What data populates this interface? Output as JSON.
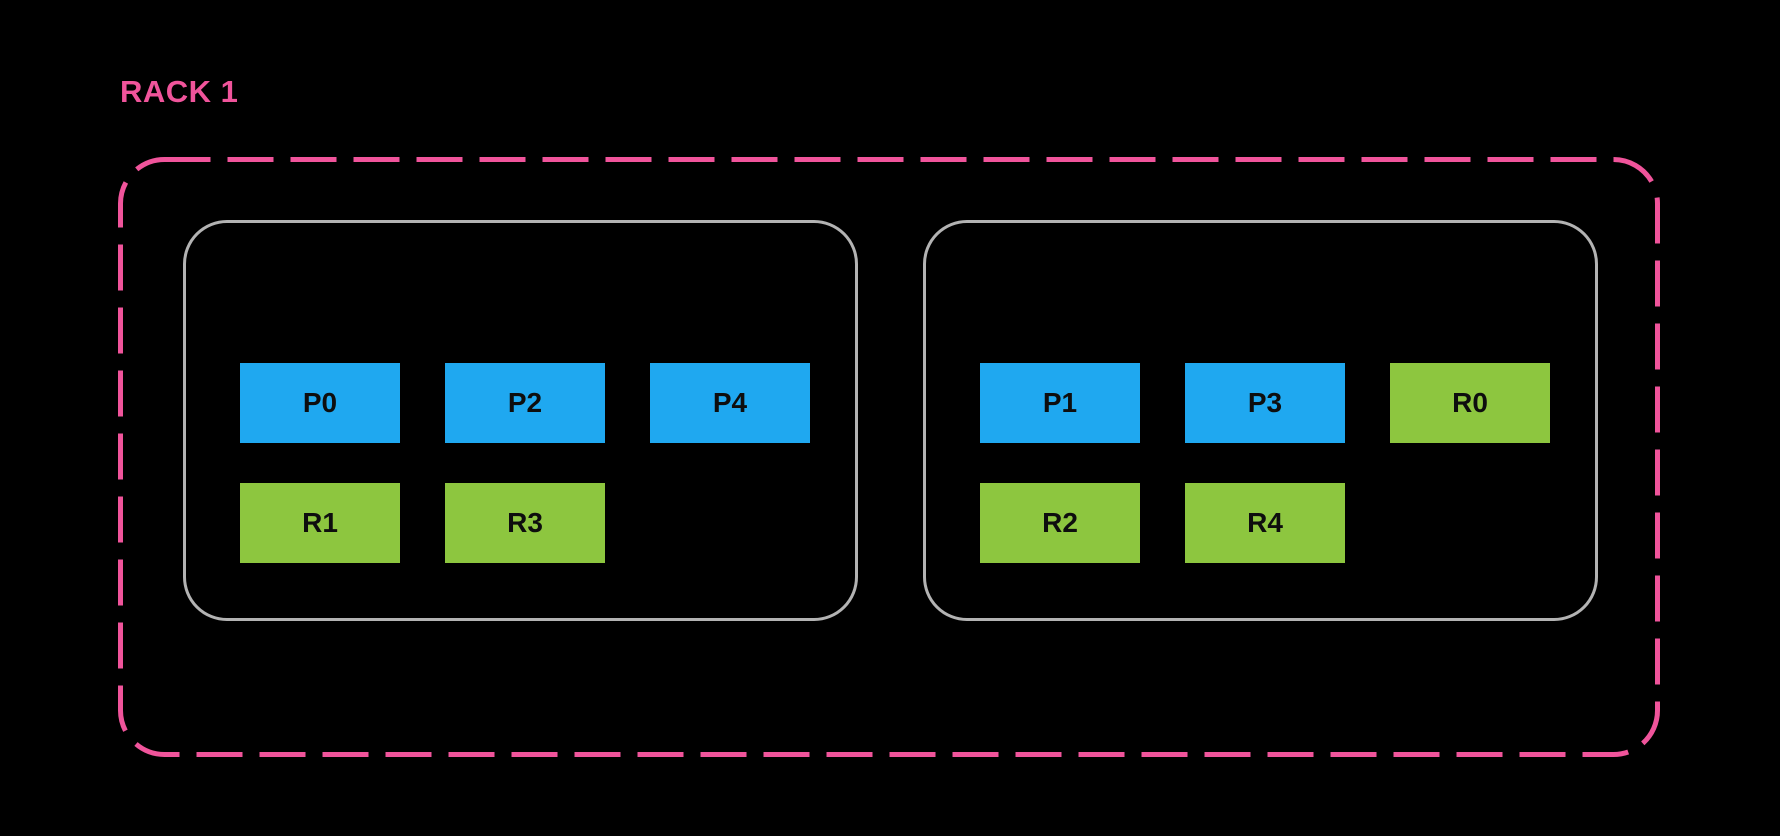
{
  "colors": {
    "background": "#000000",
    "rack_pink": "#F0549B",
    "partition_blue": "#1FA8F0",
    "replica_green": "#8DC63F",
    "host_gray": "#B3B3B3",
    "node_text": "#0E0E0E"
  },
  "rack": {
    "label": "RACK 1",
    "hosts": [
      {
        "rows": [
          [
            {
              "label": "P0",
              "color": "blue"
            },
            {
              "label": "P2",
              "color": "blue"
            },
            {
              "label": "P4",
              "color": "blue"
            }
          ],
          [
            {
              "label": "R1",
              "color": "green"
            },
            {
              "label": "R3",
              "color": "green"
            }
          ]
        ]
      },
      {
        "rows": [
          [
            {
              "label": "P1",
              "color": "blue"
            },
            {
              "label": "P3",
              "color": "blue"
            },
            {
              "label": "R0",
              "color": "green"
            }
          ],
          [
            {
              "label": "R2",
              "color": "green"
            },
            {
              "label": "R4",
              "color": "green"
            }
          ]
        ]
      }
    ]
  }
}
